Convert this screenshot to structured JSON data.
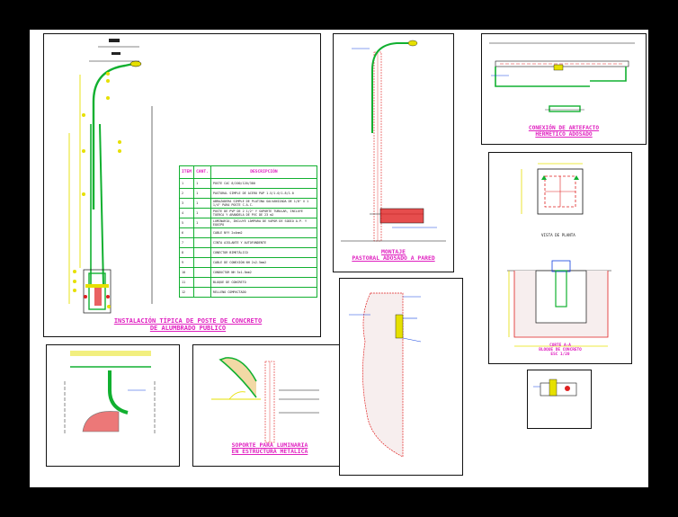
{
  "panels": {
    "poste": {
      "title": "INSTALACIÓN TÍPICA DE POSTE DE CONCRETO\nDE ALUMBRADO PÚBLICO"
    },
    "pastoral": {
      "title": "MONTAJE\nPASTORAL ADOSADO A PARED"
    },
    "conexion": {
      "title": "CONEXIÓN DE ARTEFACTO\nHERMÉTICO ADOSADO"
    },
    "planta": {
      "caption": "VISTA DE PLANTA",
      "section_caption": "CORTE A-A\nBLOQUE DE CONCRETO\nESC 1/20"
    },
    "soporte": {
      "title": "SOPORTE PARA LUMINARIA\nEN ESTRUCTURA METÁLICA"
    }
  },
  "legend": {
    "headers": [
      "ITEM",
      "CANT.",
      "DESCRIPCIÓN"
    ],
    "rows": [
      {
        "item": "1",
        "cant": "1",
        "desc": "POSTE CAC 8/200/120/380"
      },
      {
        "item": "2",
        "cant": "1",
        "desc": "PASTORAL SIMPLE DE ACERO PAP 1.5/1.0/1.8/1.0"
      },
      {
        "item": "3",
        "cant": "1",
        "desc": "ABRAZADERA SIMPLE DE PLATINA GALVANIZADA DE 1/8\" X 1\n1/4\" PARA POSTE C.A.C."
      },
      {
        "item": "4",
        "cant": "1",
        "desc": "POSTE DE PVP DE 2 1/2\" Y SOPORTE TUBULAR, INCLUYE\nTUERCA Y ARANDELA DE PVC DE 23 m2"
      },
      {
        "item": "5",
        "cant": "1",
        "desc": "LUMINARIA, INCLUYE LÁMPARA DE VAPOR DE\nSODIO A.P. Y EQUIPO"
      },
      {
        "item": "6",
        "cant": "",
        "desc": "CABLE NYY 2x4mm2"
      },
      {
        "item": "7",
        "cant": "",
        "desc": "CINTA AISLANTE Y AUTOFUNDENTE"
      },
      {
        "item": "8",
        "cant": "",
        "desc": "CONECTOR BIMETÁLICO"
      },
      {
        "item": "9",
        "cant": "",
        "desc": "CABLE DE CONEXIÓN NH 2x2.5mm2"
      },
      {
        "item": "10",
        "cant": "",
        "desc": "CONDUCTOR NH 3x1.5mm2"
      },
      {
        "item": "11",
        "cant": "",
        "desc": "BLOQUE DE CONCRETO"
      },
      {
        "item": "12",
        "cant": "",
        "desc": "RELLENO COMPACTADO"
      }
    ]
  },
  "colors": {
    "background": "#000000",
    "sheet": "#ffffff",
    "title": "#e020c0",
    "line_green": "#11b030",
    "dim_yellow": "#e6e000",
    "magenta": "#e020c0",
    "red": "#e02020",
    "blue": "#1040e0"
  }
}
